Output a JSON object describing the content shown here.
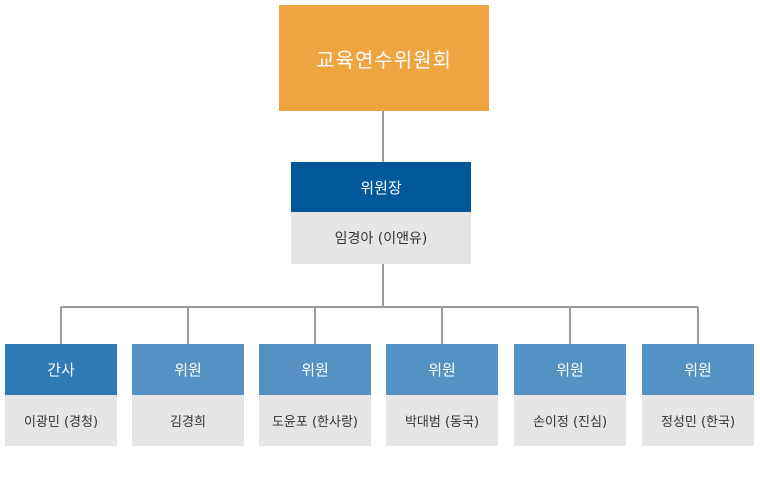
{
  "colors": {
    "top": "#eea541",
    "chair": "#00579a",
    "secretary": "#2d7ab7",
    "member": "#5591c3",
    "name_bg": "#e5e5e5",
    "line": "#9a9a9a"
  },
  "top": {
    "title": "교육연수위원회"
  },
  "chair": {
    "role": "위원장",
    "name": "임경아 (이앤유)"
  },
  "members": [
    {
      "role": "간사",
      "name": "이광민 (경청)",
      "kind": "secretary"
    },
    {
      "role": "위원",
      "name": "김경희",
      "kind": "member"
    },
    {
      "role": "위원",
      "name": "도윤포 (한사랑)",
      "kind": "member"
    },
    {
      "role": "위원",
      "name": "박대범 (동국)",
      "kind": "member"
    },
    {
      "role": "위원",
      "name": "손이정 (진심)",
      "kind": "member"
    },
    {
      "role": "위원",
      "name": "정성민 (한국)",
      "kind": "member"
    }
  ]
}
